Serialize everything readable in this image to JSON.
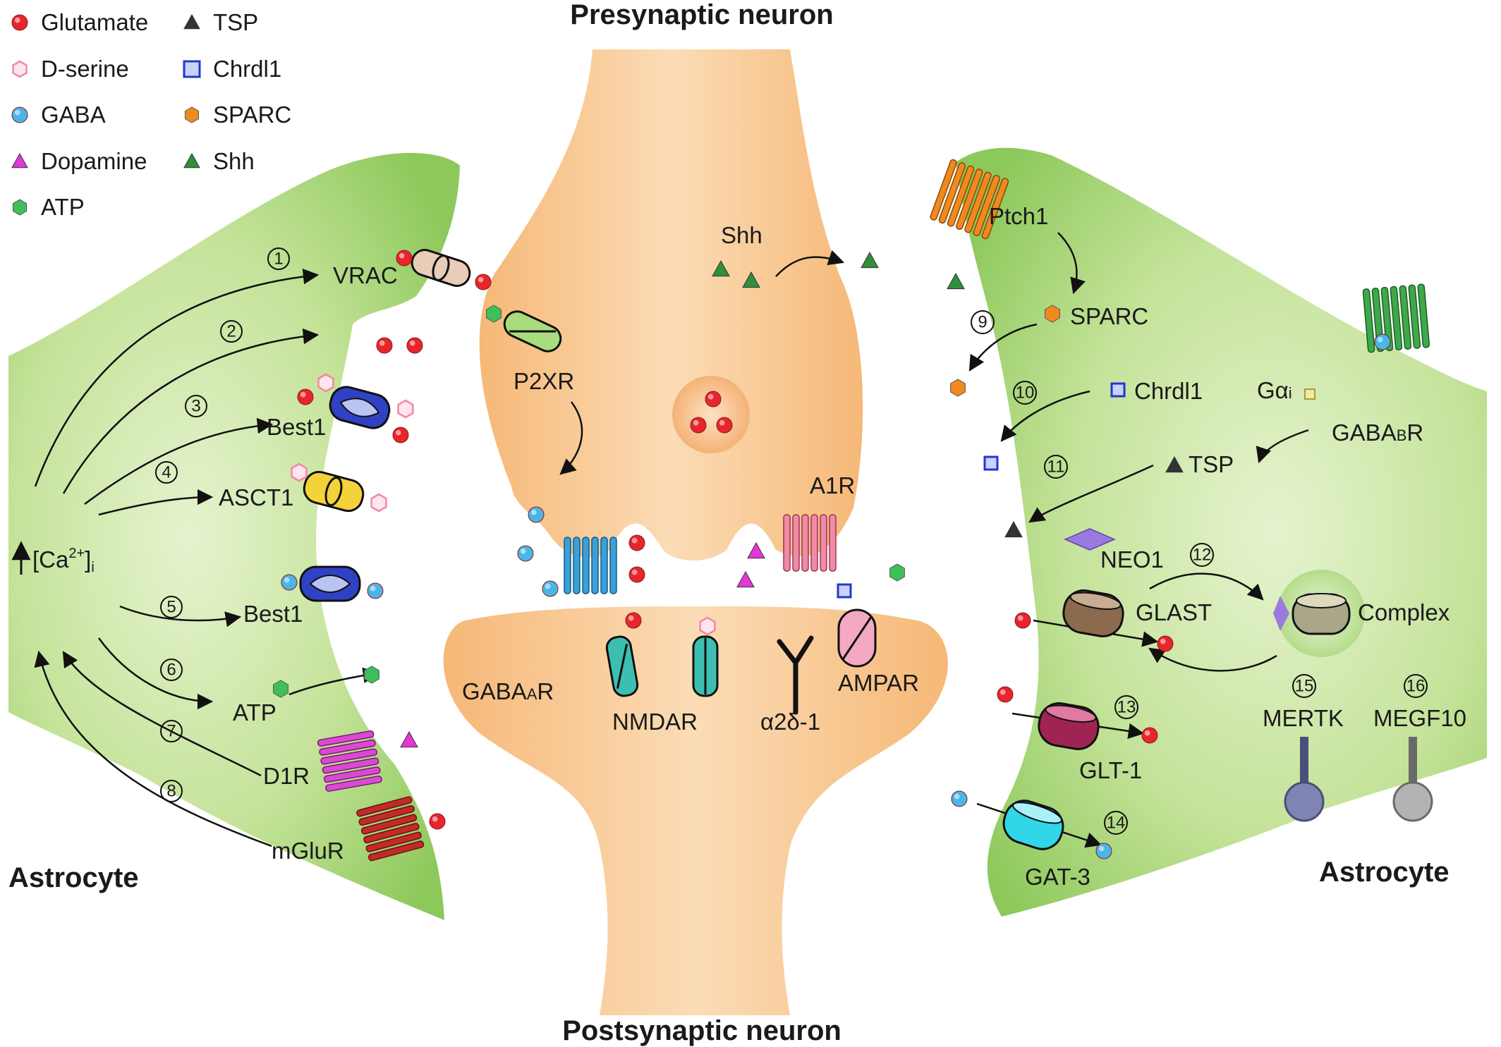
{
  "titles": {
    "presynaptic": "Presynaptic neuron",
    "postsynaptic": "Postsynaptic neuron",
    "astrocyte_left": "Astrocyte",
    "astrocyte_right": "Astrocyte"
  },
  "legend": [
    {
      "label": "Glutamate",
      "shape": "circle",
      "color": "#e8252b"
    },
    {
      "label": "D-serine",
      "shape": "hexagon-outline",
      "color": "#f08aa5"
    },
    {
      "label": "GABA",
      "shape": "circle",
      "color": "#4ab5e6"
    },
    {
      "label": "Dopamine",
      "shape": "triangle",
      "color": "#e535d6"
    },
    {
      "label": "ATP",
      "shape": "hexagon",
      "color": "#3fbf5a"
    },
    {
      "label": "TSP",
      "shape": "triangle",
      "color": "#333333"
    },
    {
      "label": "Chrdl1",
      "shape": "square",
      "color": "#2338c9"
    },
    {
      "label": "SPARC",
      "shape": "hexagon",
      "color": "#f08a1f"
    },
    {
      "label": "Shh",
      "shape": "triangle",
      "color": "#2f8f3a"
    }
  ],
  "left": {
    "calcium_prefix": "[Ca",
    "calcium_sup": "2+",
    "calcium_suffix": "]",
    "calcium_sub": "i",
    "pathways": [
      {
        "num": "1",
        "label": "VRAC"
      },
      {
        "num": "2",
        "label": ""
      },
      {
        "num": "3",
        "label": "Best1"
      },
      {
        "num": "4",
        "label": "ASCT1"
      },
      {
        "num": "5",
        "label": "Best1"
      },
      {
        "num": "6",
        "label": "ATP"
      },
      {
        "num": "7",
        "label": "D1R"
      },
      {
        "num": "8",
        "label": "mGluR"
      }
    ]
  },
  "center": {
    "shh": "Shh",
    "p2xr": "P2XR",
    "a1r": "A1R",
    "gabaar_main": "GABA",
    "gabaar_sub": "A",
    "gabaar_tail": "R",
    "nmdar": "NMDAR",
    "a2d1": "α2δ-1",
    "ampar": "AMPAR"
  },
  "right": {
    "ptch1": "Ptch1",
    "sparc": "SPARC",
    "chrdl1": "Chrdl1",
    "tsp": "TSP",
    "gai_main": "Gα",
    "gai_sub": "i",
    "gabab_main": "GABA",
    "gabab_sub": "B",
    "gabab_tail": "R",
    "neo1": "NEO1",
    "glast": "GLAST",
    "complex": "Complex",
    "glt1": "GLT-1",
    "gat3": "GAT-3",
    "mertk": "MERTK",
    "megf10": "MEGF10",
    "nums": [
      "9",
      "10",
      "11",
      "12",
      "13",
      "14",
      "15",
      "16"
    ]
  }
}
